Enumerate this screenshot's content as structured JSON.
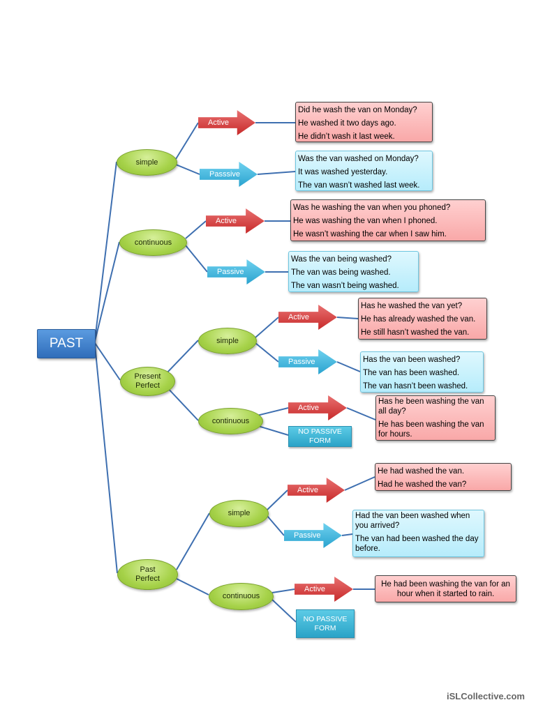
{
  "root": {
    "label": "PAST"
  },
  "nodes": {
    "past_simple": "simple",
    "past_continuous": "continuous",
    "present_perfect": "Present Perfect",
    "pp_simple": "simple",
    "pp_continuous": "continuous",
    "past_perfect": "Past Perfect",
    "pastp_simple": "simple",
    "pastp_continuous": "continuous"
  },
  "arrows": {
    "ps_active": "Active",
    "ps_passive": "Passsive",
    "pc_active": "Active",
    "pc_passive": "Passive",
    "pps_active": "Active",
    "pps_passive": "Passive",
    "ppc_active": "Active",
    "pastps_active": "Active",
    "pastps_passive": "Passive",
    "pastpc_active": "Active"
  },
  "no_passive": {
    "ppc": "NO PASSIVE FORM",
    "pastpc": "NO PASSIVE FORM"
  },
  "boxes": {
    "ps_active": [
      "Did he wash the van on Monday?",
      "He washed it two days ago.",
      "He didn’t wash it last week."
    ],
    "ps_passive": [
      "Was the van washed on Monday?",
      "It was washed yesterday.",
      "The van wasn’t washed last week."
    ],
    "pc_active": [
      "Was he washing the van when you phoned?",
      "He was washing the van when I phoned.",
      "He wasn’t washing the car when I saw him."
    ],
    "pc_passive": [
      "Was the van being washed?",
      "The van was being washed.",
      "The van wasn’t being washed."
    ],
    "pps_active": [
      "Has he washed the van yet?",
      "He has already washed the van.",
      "He still hasn’t washed the van."
    ],
    "pps_passive": [
      "Has the van been washed?",
      "The van has been washed.",
      "The van hasn’t been washed."
    ],
    "ppc_active": [
      "Has he been washing the van all day?",
      "He has been washing the van for hours."
    ],
    "pastps_active": [
      "He had washed the van.",
      "Had he washed the van?"
    ],
    "pastps_passive": [
      "Had the van been washed when you arrived?",
      "The van had been washed the day before."
    ],
    "pastpc_active": [
      "He had been washing the van for an hour when it started to rain."
    ]
  },
  "footer": "iSLCollective.com",
  "colors": {
    "line": "#3e6fb0",
    "root": "#3a7bd0",
    "oval": "#a6d249",
    "active_arrow": "#c72a2a",
    "passive_arrow": "#2aa3cf",
    "active_box": "#f9a8a8",
    "passive_box": "#b6ecfb"
  }
}
